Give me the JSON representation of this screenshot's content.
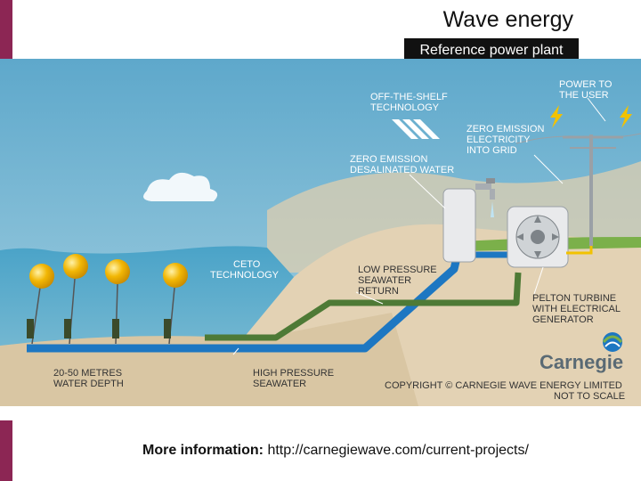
{
  "slide": {
    "title": "Wave energy",
    "subtitle": "Reference power plant",
    "footer_label": "More information:",
    "footer_url": "http://carnegiewave.com/current-projects/"
  },
  "diagram": {
    "labels": {
      "power_line1": "POWER TO",
      "power_line2": "THE USER",
      "ots_line1": "OFF-THE-SHELF",
      "ots_line2": "TECHNOLOGY",
      "zee_line1": "ZERO EMISSION",
      "zee_line2": "ELECTRICITY",
      "zee_line3": "INTO GRID",
      "zed_line1": "ZERO EMISSION",
      "zed_line2": "DESALINATED WATER",
      "ceto_line1": "CETO",
      "ceto_line2": "TECHNOLOGY",
      "lps_line1": "LOW PRESSURE",
      "lps_line2": "SEAWATER",
      "lps_line3": "RETURN",
      "pelton_line1": "PELTON TURBINE",
      "pelton_line2": "WITH ELECTRICAL",
      "pelton_line3": "GENERATOR",
      "depth_line1": "20-50 METRES",
      "depth_line2": "WATER DEPTH",
      "hps_line1": "HIGH PRESSURE",
      "hps_line2": "SEAWATER",
      "brand": "Carnegie",
      "copyright_line1": "COPYRIGHT © CARNEGIE WAVE ENERGY LIMITED",
      "copyright_line2": "NOT TO SCALE"
    },
    "icons": [
      "lightning-icon",
      "arrow-icon",
      "tap-icon",
      "pelton-turbine-icon",
      "power-pole-icon",
      "buoy-icon",
      "carnegie-logo-icon"
    ],
    "colors": {
      "sky": "#8fc3d9",
      "sea": "#3e98bf",
      "land": "#e3d2b4",
      "seabed": "#d9c6a3",
      "high_pressure_pipe": "#1d77c2",
      "low_pressure_pipe": "#4e7a36",
      "buoy": "#f2b705",
      "slide_bar": "#8c2654"
    }
  }
}
